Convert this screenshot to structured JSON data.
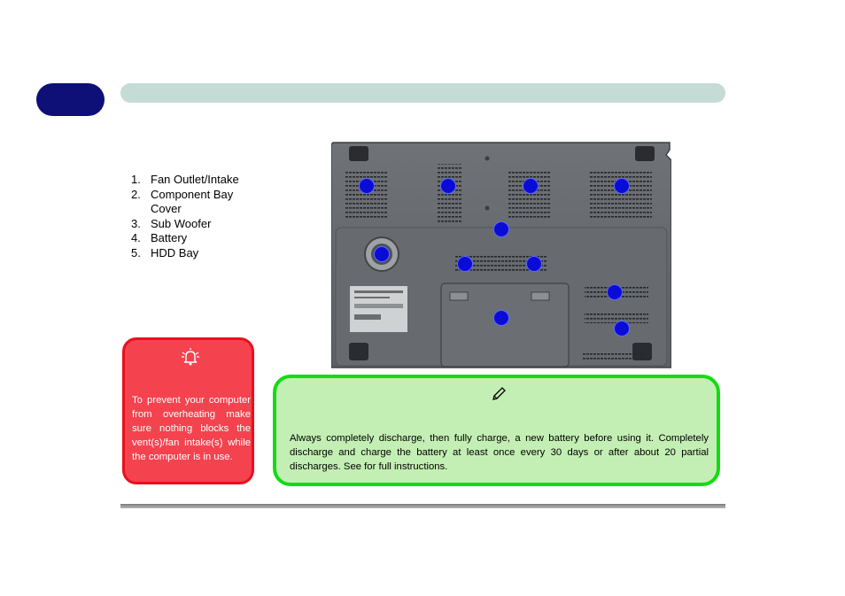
{
  "legend": {
    "items": [
      {
        "num": "1.",
        "label": "Fan Outlet/Intake"
      },
      {
        "num": "2.",
        "label": "Component Bay Cover"
      },
      {
        "num": "3.",
        "label": "Sub Woofer"
      },
      {
        "num": "4.",
        "label": "Battery"
      },
      {
        "num": "5.",
        "label": "HDD Bay"
      }
    ]
  },
  "warning": {
    "icon": "overheat-warning-icon",
    "text": "To prevent your computer from overheating make sure nothing blocks the vent(s)/fan intake(s) while the computer is in use."
  },
  "note": {
    "icon": "pencil-icon",
    "text": "Always completely discharge, then fully charge, a new battery before using it. Completely discharge and charge the battery at least once every 30 days or after about 20 partial discharges. See                                        for full instructions."
  },
  "colors": {
    "chapter_tab": "#0e1078",
    "header_bar": "#c5dbd6",
    "warning_fill": "#f5424f",
    "warning_border": "#e8101e",
    "note_fill": "#c4efb4",
    "note_border": "#12dc12",
    "marker": "#0b0bd6"
  }
}
